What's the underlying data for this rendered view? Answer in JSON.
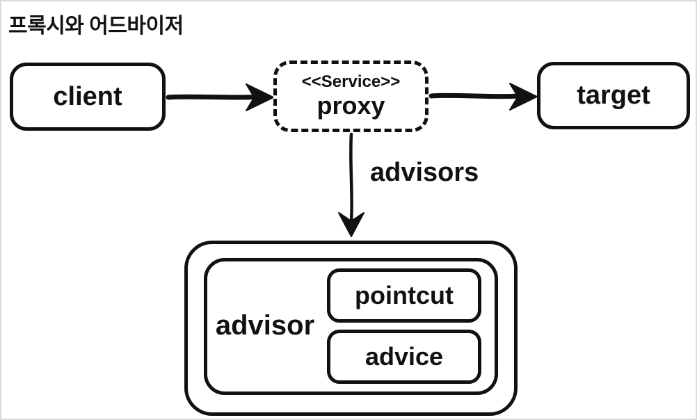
{
  "title": "프록시와 어드바이저",
  "diagram": {
    "client_label": "client",
    "proxy_stereotype": "<<Service>>",
    "proxy_label": "proxy",
    "target_label": "target",
    "advisors_arrow_label": "advisors",
    "advisor_label": "advisor",
    "pointcut_label": "pointcut",
    "advice_label": "advice"
  },
  "colors": {
    "stroke": "#111111",
    "background": "#ffffff",
    "page_border": "#d8d8d8"
  }
}
